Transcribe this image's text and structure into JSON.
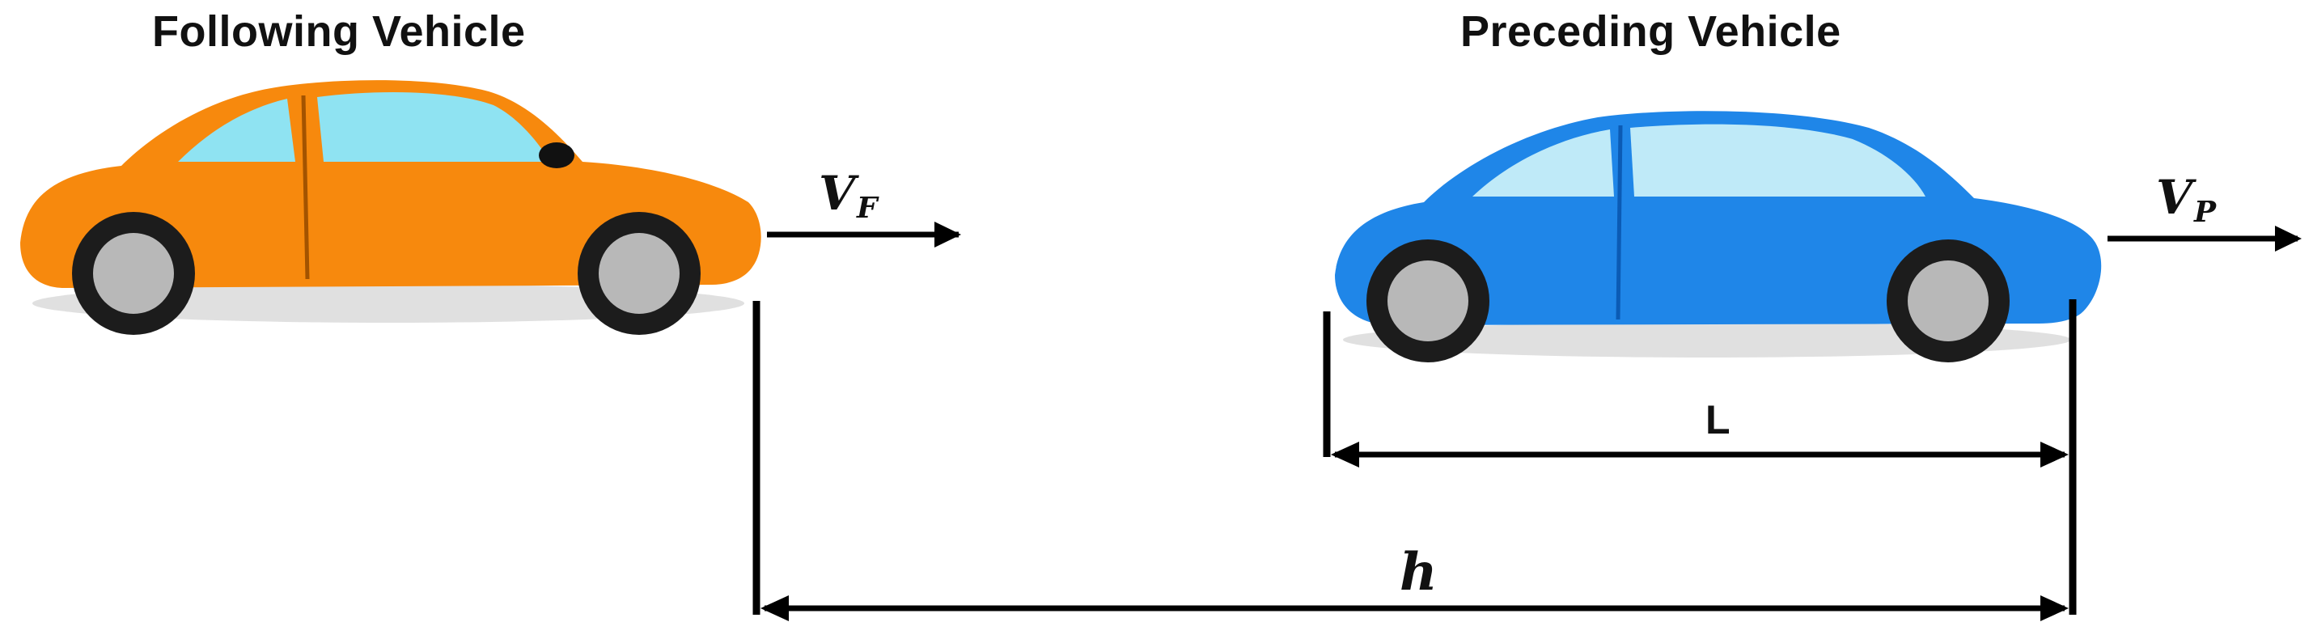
{
  "following": {
    "title": "Following Vehicle",
    "velocity_symbol": "V",
    "velocity_subscript": "F",
    "body_color": "#f7890d",
    "window_color": "#8fe3f2"
  },
  "preceding": {
    "title": "Preceding Vehicle",
    "velocity_symbol": "V",
    "velocity_subscript": "P",
    "body_color": "#1f86e8",
    "window_color": "#bfeaf8"
  },
  "dimensions": {
    "length_label": "L",
    "headway_label": "h"
  },
  "colors": {
    "line": "#000000",
    "tire": "#1c1c1c",
    "hubcap": "#b8b8b8"
  }
}
